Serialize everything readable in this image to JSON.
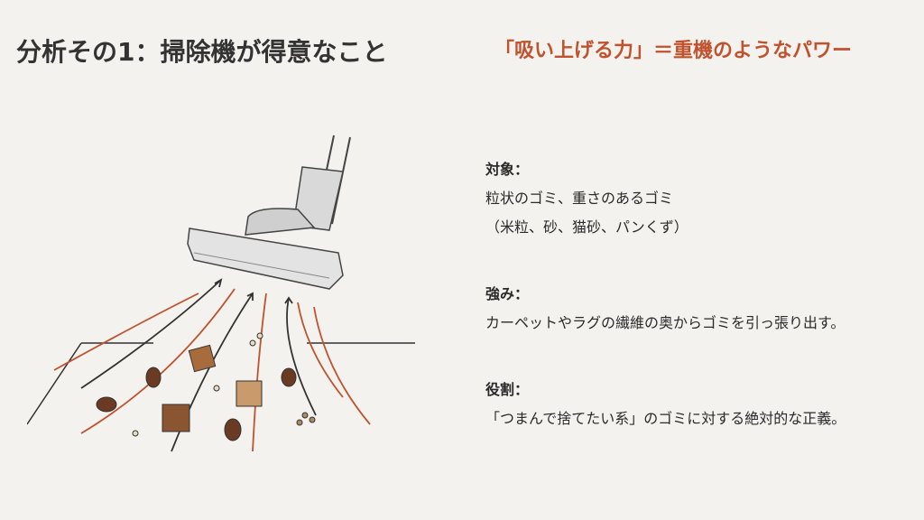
{
  "header": {
    "title": "分析その1：掃除機が得意なこと",
    "subtitle": "「吸い上げる力」＝重機のようなパワー"
  },
  "sections": [
    {
      "label": "対象：",
      "lines": [
        "粒状のゴミ、重さのあるゴミ",
        "（米粒、砂、猫砂、パンくず）"
      ]
    },
    {
      "label": "強み：",
      "lines": [
        "カーペットやラグの繊維の奥からゴミを引っ張り出す。"
      ]
    },
    {
      "label": "役割：",
      "lines": [
        "「つまんで捨てたい系」のゴミに対する絶対的な正義。"
      ]
    }
  ],
  "colors": {
    "accent": "#c0522e",
    "background": "#f3f2ee"
  }
}
